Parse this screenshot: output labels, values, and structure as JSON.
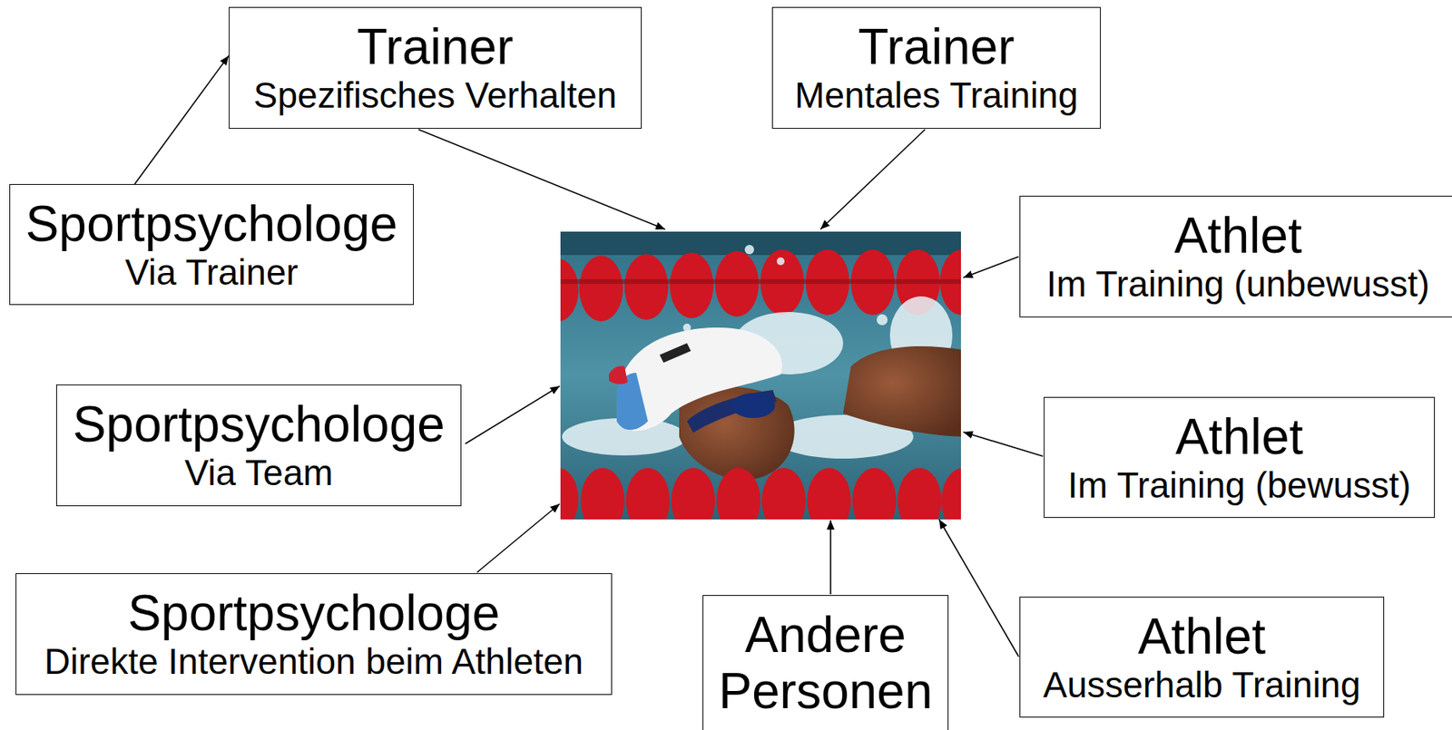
{
  "diagram": {
    "nodes": [
      {
        "text": [
          "Trainer",
          "Spezifisches Verhalten"
        ]
      },
      {
        "text": [
          "Trainer",
          "Mentales Training"
        ]
      },
      {
        "text": [
          "Sportpsychologe",
          "Via Trainer"
        ]
      },
      {
        "text": [
          "Athlet",
          "Im Training (unbewusst)"
        ]
      },
      {
        "text": [
          "Sportpsychologe",
          "Via Team"
        ]
      },
      {
        "text": [
          "Athlet",
          "Im Training (bewusst)"
        ]
      },
      {
        "text": [
          "Sportpsychologe",
          "Direkte Intervention beim Athleten"
        ]
      },
      {
        "text": [
          "Andere Personen"
        ]
      },
      {
        "text": [
          "Athlet",
          "Ausserhalb Training"
        ]
      }
    ],
    "edges": [
      {
        "from": 2,
        "to": 0,
        "arrow": "to"
      }
    ]
  }
}
